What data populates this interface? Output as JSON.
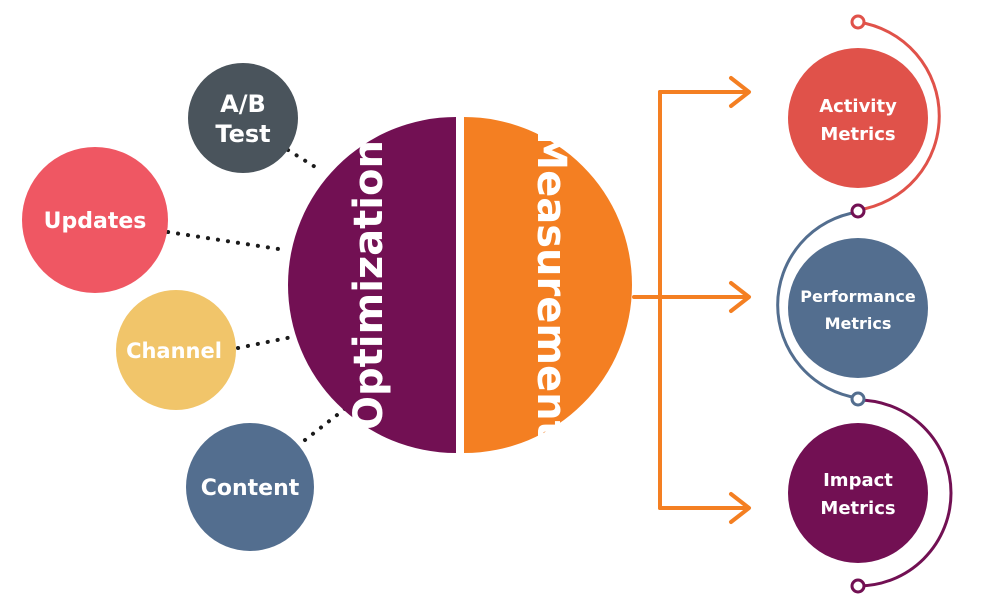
{
  "colors": {
    "optimization": "#721053",
    "measurement": "#f47f22",
    "ab_test": "#4a545c",
    "updates": "#ef5763",
    "channel": "#f1c56a",
    "content": "#536e8f",
    "activity": "#e0524a",
    "performance": "#536e8f",
    "impact": "#721053",
    "arrow": "#f47f22",
    "dots": "#1b1b1b"
  },
  "center": {
    "left_label": "Optimization",
    "right_label": "Measurement"
  },
  "left_nodes": {
    "ab_test": {
      "line1": "A/B",
      "line2": "Test"
    },
    "updates": {
      "label": "Updates"
    },
    "channel": {
      "label": "Channel"
    },
    "content": {
      "label": "Content"
    }
  },
  "right_nodes": {
    "activity": {
      "line1": "Activity",
      "line2": "Metrics"
    },
    "performance": {
      "line1": "Performance",
      "line2": "Metrics"
    },
    "impact": {
      "line1": "Impact",
      "line2": "Metrics"
    }
  }
}
